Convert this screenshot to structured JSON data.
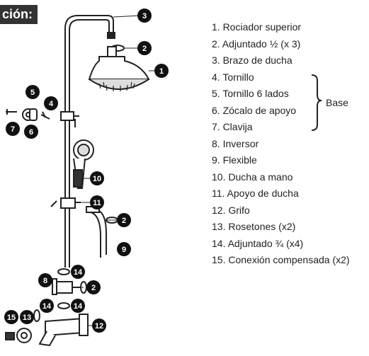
{
  "title": "ción:",
  "parts": [
    "1. Rociador superior",
    "2. Adjuntado ½ (x 3)",
    "3. Brazo de ducha",
    "4. Tornillo",
    "5. Tornillo 6 lados",
    "6. Zócalo de apoyo",
    "7. Clavija",
    "8. Inversor",
    "9. Flexible",
    "10. Ducha a mano",
    "11. Apoyo de ducha",
    "12. Grifo",
    "13. Rosetones (x2)",
    "14. Adjuntado ¾ (x4)",
    "15. Conexión compensada (x2)"
  ],
  "base_label": "Base",
  "callouts": {
    "n1": "1",
    "n2": "2",
    "n3": "3",
    "n4": "4",
    "n5": "5",
    "n6": "6",
    "n7": "7",
    "n9": "9",
    "n10": "10",
    "n11": "11",
    "n8": "8",
    "n12": "12",
    "n13": "13",
    "n14": "14",
    "n15": "15"
  }
}
